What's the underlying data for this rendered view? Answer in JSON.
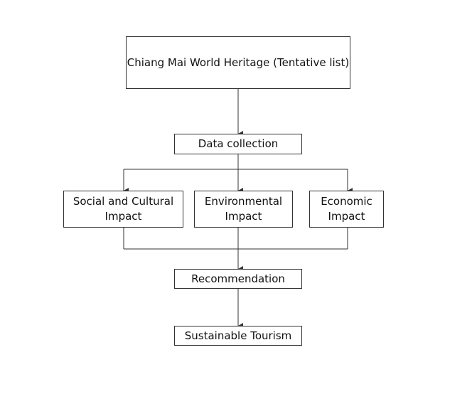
{
  "diagram": {
    "nodes": {
      "heritage": "Chiang Mai World Heritage (Tentative list)",
      "data_collection": "Data collection",
      "social": [
        "Social and Cultural",
        "Impact"
      ],
      "environmental": [
        "Environmental",
        "Impact"
      ],
      "economic": [
        "Economic",
        "Impact"
      ],
      "recommendation": "Recommendation",
      "sustainable": "Sustainable Tourism"
    },
    "edges": [
      [
        "heritage",
        "data_collection"
      ],
      [
        "data_collection",
        "social"
      ],
      [
        "data_collection",
        "environmental"
      ],
      [
        "data_collection",
        "economic"
      ],
      [
        "social",
        "recommendation"
      ],
      [
        "environmental",
        "recommendation"
      ],
      [
        "economic",
        "recommendation"
      ],
      [
        "recommendation",
        "sustainable"
      ]
    ],
    "colors": {
      "stroke": "#333333",
      "text": "#111111",
      "background": "#ffffff"
    }
  }
}
